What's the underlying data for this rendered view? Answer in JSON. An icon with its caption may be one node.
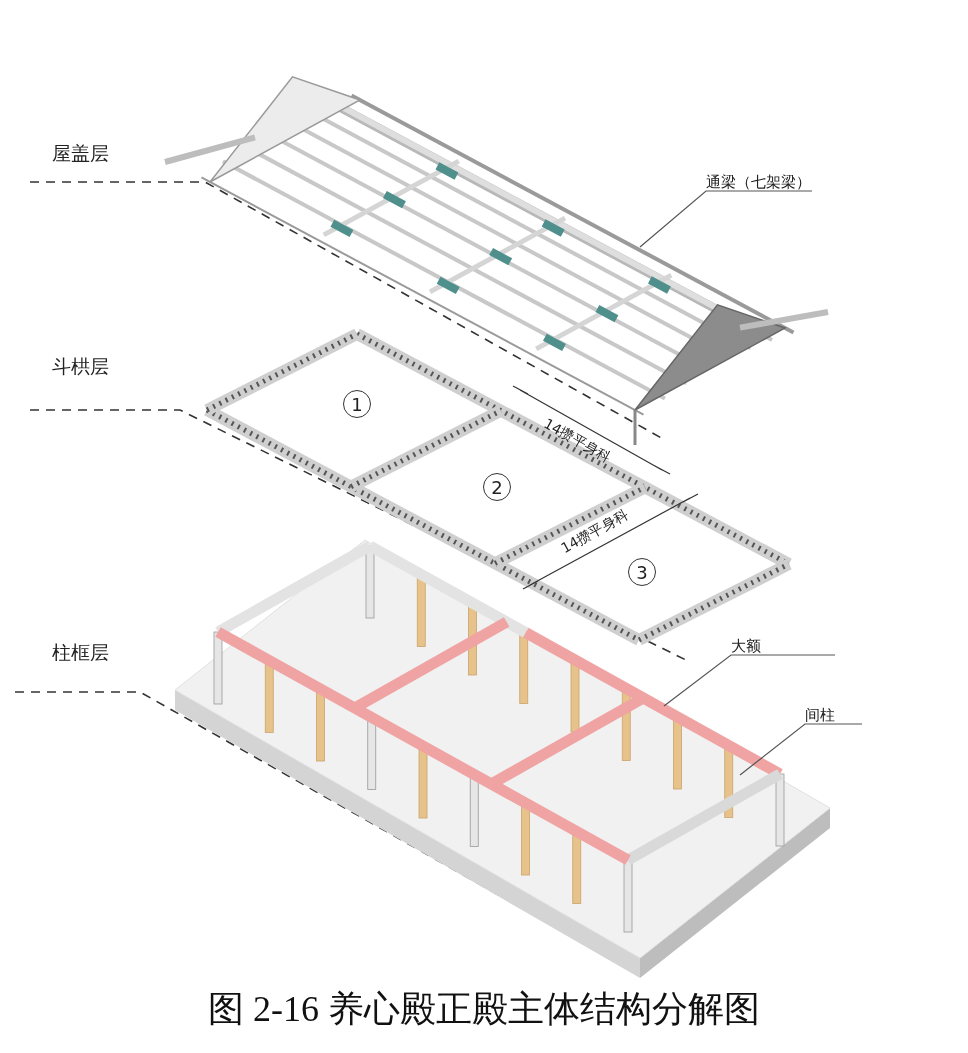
{
  "diagram": {
    "caption": "图 2-16 养心殿正殿主体结构分解图",
    "nodes": [
      {
        "text": [
          "通梁（七架梁）"
        ]
      },
      {
        "text": [
          "大额"
        ]
      },
      {
        "text": [
          "间柱"
        ]
      }
    ],
    "edges": [
      {
        "from": 0,
        "to": null,
        "arrow": "none"
      },
      {
        "from": 1,
        "to": null,
        "arrow": "none"
      },
      {
        "from": 2,
        "to": null,
        "arrow": "none"
      }
    ],
    "labels": [
      "屋盖层",
      "斗栱层",
      "1",
      "14攒平身科",
      "2",
      "14攒平身科",
      "3",
      "柱框层"
    ]
  }
}
